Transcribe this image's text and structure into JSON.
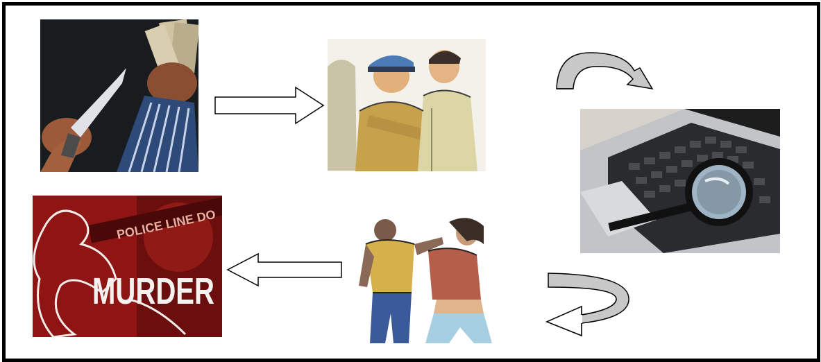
{
  "panels": {
    "robbery": {
      "icon": "knife-and-cash-illustration"
    },
    "arrest": {
      "icon": "police-arrest-illustration"
    },
    "investigation": {
      "icon": "laptop-magnifier-illustration"
    },
    "assault": {
      "icon": "fight-illustration"
    },
    "murder": {
      "icon": "crime-scene-illustration",
      "scene_tape_text": "POLICE LINE DO",
      "headline": "MURDER"
    }
  },
  "colors": {
    "frame": "#000000",
    "arrow_fill": "#ffffff",
    "curved_arrow_fill": "#c8c8c8",
    "murder_bg": "#8f1414"
  }
}
